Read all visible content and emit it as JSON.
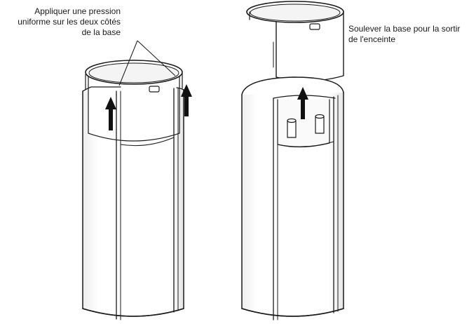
{
  "annotations": {
    "left_lines": [
      "Appliquer une pression",
      "uniforme sur les deux côtés",
      "de la base"
    ],
    "right_lines": [
      "Soulever la base pour la sortir",
      "de l'enceinte"
    ]
  },
  "colors": {
    "stroke": "#1a1a1a",
    "fill": "#ffffff",
    "shade": "#d9d9d9",
    "arrow": "#111111"
  }
}
